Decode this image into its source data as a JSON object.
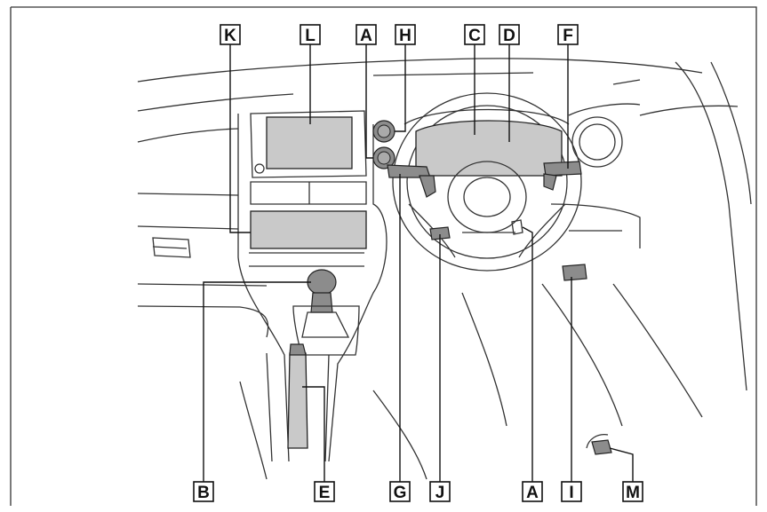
{
  "labels": {
    "K": "K",
    "L": "L",
    "A_top": "A",
    "H": "H",
    "C": "C",
    "D": "D",
    "F": "F",
    "B": "B",
    "E": "E",
    "G": "G",
    "J": "J",
    "A_bottom": "A",
    "I": "I",
    "M": "M"
  },
  "colors": {
    "highlight": "#c9c9c9",
    "line": "#333333",
    "label_border": "#111111"
  }
}
